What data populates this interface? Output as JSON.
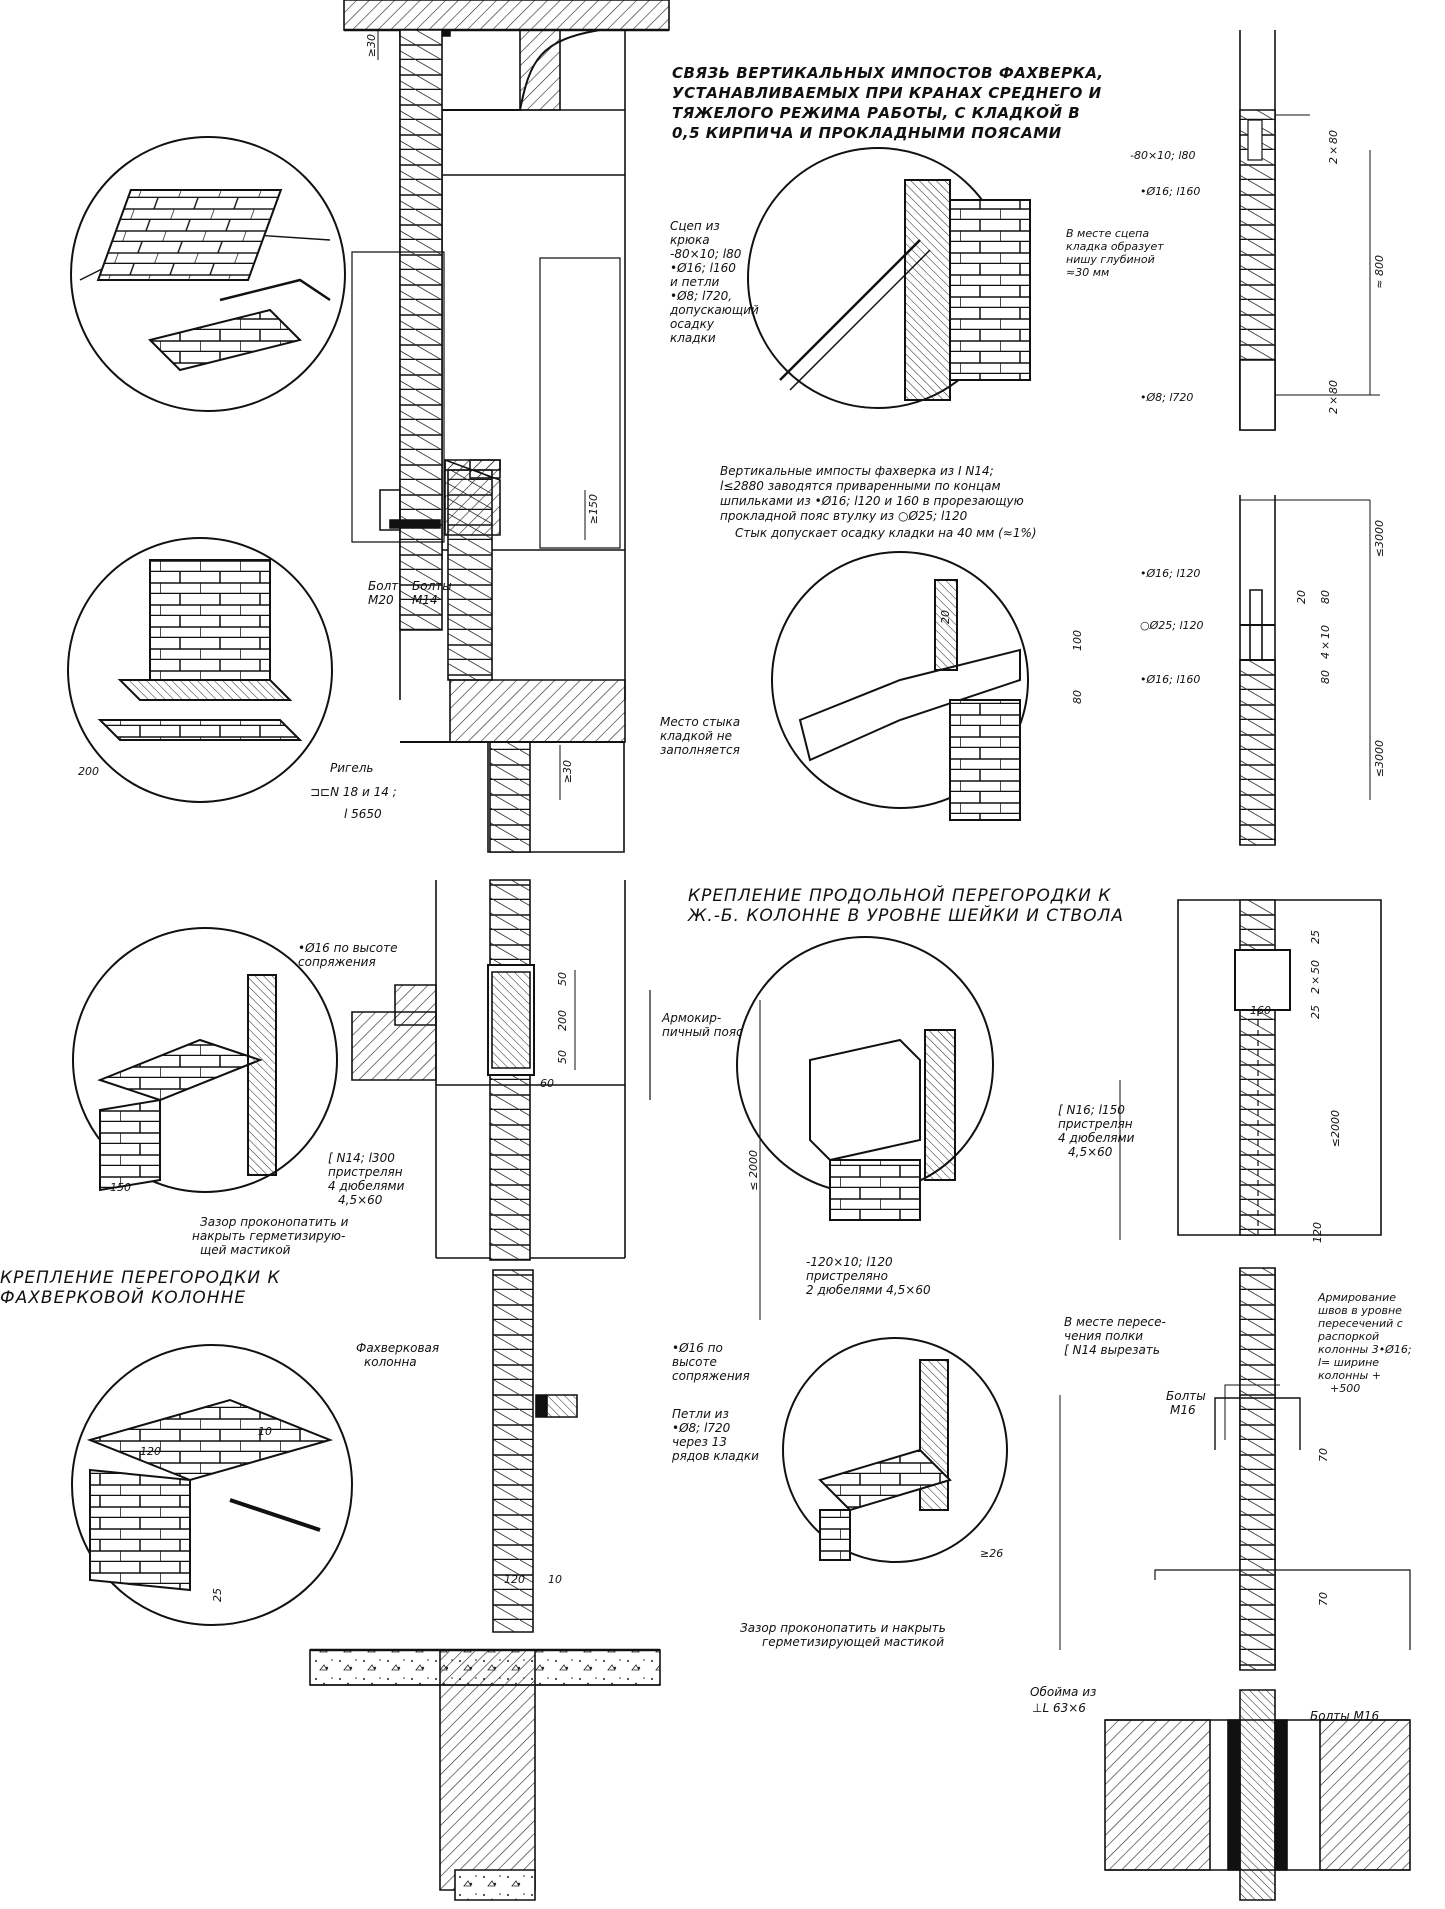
{
  "titles": {
    "t1": "СВЯЗЬ ВЕРТИКАЛЬНЫХ ИМПОСТОВ ФАХВЕРКА,",
    "t2": "УСТАНАВЛИВАЕМЫХ ПРИ КРАНАХ СРЕДНЕГО И",
    "t3": "ТЯЖЕЛОГО РЕЖИМА РАБОТЫ, С КЛАДКОЙ В",
    "t4": "0,5 КИРПИЧА И ПРОКЛАДНЫМИ ПОЯСАМИ",
    "p1": "КРЕПЛЕНИЕ ПРОДОЛЬНОЙ ПЕРЕГОРОДКИ К",
    "p2": "Ж.-Б. КОЛОННЕ В УРОВНЕ ШЕЙКИ И СТВОЛА",
    "f1": "КРЕПЛЕНИЕ ПЕРЕГОРОДКИ К",
    "f2": "ФАХВЕРКОВОЙ КОЛОННЕ"
  },
  "notes": {
    "hook1": "Сцеп из",
    "hook2": "крюка",
    "hook3": "-80×10; l80",
    "hook4": "•Ø16; l160",
    "hook5": "и петли",
    "hook6": "•Ø8; l720,",
    "hook7": "допускающий",
    "hook8": "осадку",
    "hook9": "кладки",
    "niche1": "В месте сцепа",
    "niche2": "кладка образует",
    "niche3": "нишу глубиной",
    "niche4": "≈30 мм",
    "imp1": "Вертикальные импосты фахверка из I N14;",
    "imp2": "l≤2880 заводятся приваренными по концам",
    "imp3": "шпильками из •Ø16; l120 и 160 в прорезающую",
    "imp4": "прокладной пояс втулку из ○Ø25; l120",
    "imp5": "Стык допускает осадку кладки на 40 мм (≈1%)",
    "joint1": "Место стыка",
    "joint2": "кладкой не",
    "joint3": "заполняется",
    "bolt20a": "Болт",
    "bolt20b": "M20",
    "bolt14a": "Болты",
    "bolt14b": "M14",
    "rig1": "Ригель",
    "rig2": "⊐⊏N 18 и 14 ;",
    "rig3": "l 5650",
    "conj1": "•Ø16 по высоте",
    "conj2": "сопряжения",
    "arm1": "Армокир-",
    "arm2": "пичный пояс",
    "cn14a": "[ N14; l300",
    "cn14b": "пристрелян",
    "cn14c": "4 дюбелями",
    "cn14d": "4,5×60",
    "gap1": "Зазор проконопатить и",
    "gap2": "накрыть герметизирую-",
    "gap3": "щей мастикой",
    "cn16a": "[ N16; l150",
    "cn16b": "пристрелян",
    "cn16c": "4 дюбелями",
    "cn16d": "4,5×60",
    "pl1": "-120×10; l120",
    "pl2": "пристреляно",
    "pl3": "2 дюбелями 4,5×60",
    "conj3": "•Ø16 по",
    "conj4": "высоте",
    "conj5": "сопряжения",
    "loop1": "Петли из",
    "loop2": "•Ø8; l720",
    "loop3": "через 13",
    "loop4": "рядов кладки",
    "cut1": "В месте пересе-",
    "cut2": "чения полки",
    "cut3": "[ N14 вырезать",
    "reinf1": "Армирование",
    "reinf2": "швов в уровне",
    "reinf3": "пересечений с",
    "reinf4": "распоркой",
    "reinf5": "колонны 3•Ø16;",
    "reinf6": "l= ширине",
    "reinf7": "колонны +",
    "reinf8": "+500",
    "m16a": "Болты",
    "m16b": "M16",
    "gap4": "Зазор проконопатить и накрыть",
    "gap5": "герметизирующей мастикой",
    "fcol1": "Фахверковая",
    "fcol2": "колонна",
    "clip1": "Обойма из",
    "clip2": "⊥L 63×6",
    "clip3": "Болты M16"
  },
  "dims": {
    "d30a": "≥30",
    "d150": "≥150",
    "d30b": "≥30",
    "d200": "200",
    "d50a": "50",
    "d200b": "200",
    "d50b": "50",
    "d60": "60",
    "d150b": "150",
    "d120a": "120",
    "d10a": "10",
    "d120b": "120",
    "d10b": "10",
    "d25": "25",
    "d2000a": "≤ 2000",
    "d26": "≥26",
    "r80x10": "-80×10; l80",
    "r16a": "•Ø16; l160",
    "r8": "•Ø8; l720",
    "d2x80a": "2×80",
    "d800": "≈ 800",
    "d2x80b": "2×80",
    "r16b": "•Ø16; l120",
    "r25": "○Ø25; l120",
    "r16c": "•Ø16; l160",
    "d3000a": "≤3000",
    "d20": "20",
    "d80a": "80",
    "d4x10": "4×10",
    "d80b": "80",
    "d3000b": "≤3000",
    "d100": "100",
    "d80c": "80",
    "dd20": "20",
    "d25a": "25",
    "d2x50": "2×50",
    "d25b": "25",
    "d160": "160",
    "d2000b": "≤2000",
    "d120c": "120",
    "d70a": "70",
    "d70b": "70"
  }
}
